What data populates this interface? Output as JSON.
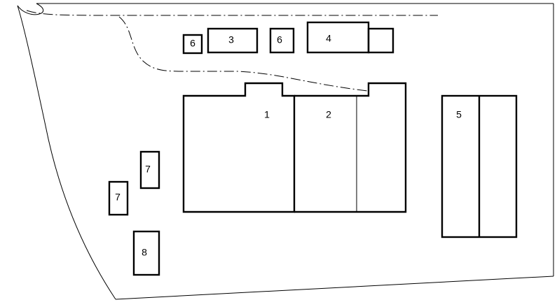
{
  "labels": {
    "b1": "1",
    "b2": "2",
    "b3": "3",
    "b4": "4",
    "b5": "5",
    "b6a": "6",
    "b6b": "6",
    "b7a": "7",
    "b7b": "7",
    "b8": "8"
  }
}
